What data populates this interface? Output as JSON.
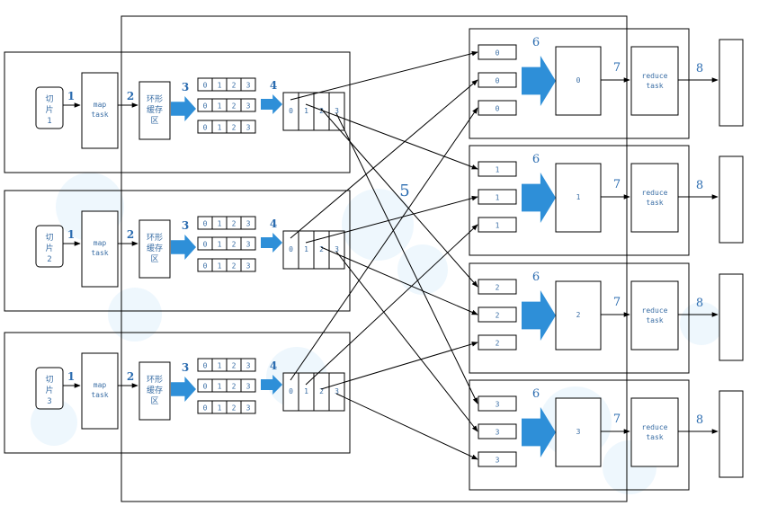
{
  "colors": {
    "accent": "#2e8fd8",
    "line": "#000000",
    "text": "#3a6ea5",
    "bubble": "#e3f1fb"
  },
  "rows": [
    {
      "split_label": [
        "切",
        "片",
        "1"
      ],
      "map_label": [
        "map",
        "task"
      ],
      "buffer_label": [
        "环形",
        "缓存",
        "区"
      ]
    },
    {
      "split_label": [
        "切",
        "片",
        "2"
      ],
      "map_label": [
        "map",
        "task"
      ],
      "buffer_label": [
        "环形",
        "缓存",
        "区"
      ]
    },
    {
      "split_label": [
        "切",
        "片",
        "3"
      ],
      "map_label": [
        "map",
        "task"
      ],
      "buffer_label": [
        "环形",
        "缓存",
        "区"
      ]
    }
  ],
  "partitions": [
    "0",
    "1",
    "2",
    "3"
  ],
  "reducers": [
    {
      "partition": "0",
      "inputs": [
        "0",
        "0",
        "0"
      ],
      "merged": "0",
      "task_label": [
        "reduce",
        "task"
      ]
    },
    {
      "partition": "1",
      "inputs": [
        "1",
        "1",
        "1"
      ],
      "merged": "1",
      "task_label": [
        "reduce",
        "task"
      ]
    },
    {
      "partition": "2",
      "inputs": [
        "2",
        "2",
        "2"
      ],
      "merged": "2",
      "task_label": [
        "reduce",
        "task"
      ]
    },
    {
      "partition": "3",
      "inputs": [
        "3",
        "3",
        "3"
      ],
      "merged": "3",
      "task_label": [
        "reduce",
        "task"
      ]
    }
  ],
  "step_labels": {
    "s1": "1",
    "s2": "2",
    "s3": "3",
    "s4": "4",
    "s5": "5",
    "s6": "6",
    "s7": "7",
    "s8": "8"
  }
}
